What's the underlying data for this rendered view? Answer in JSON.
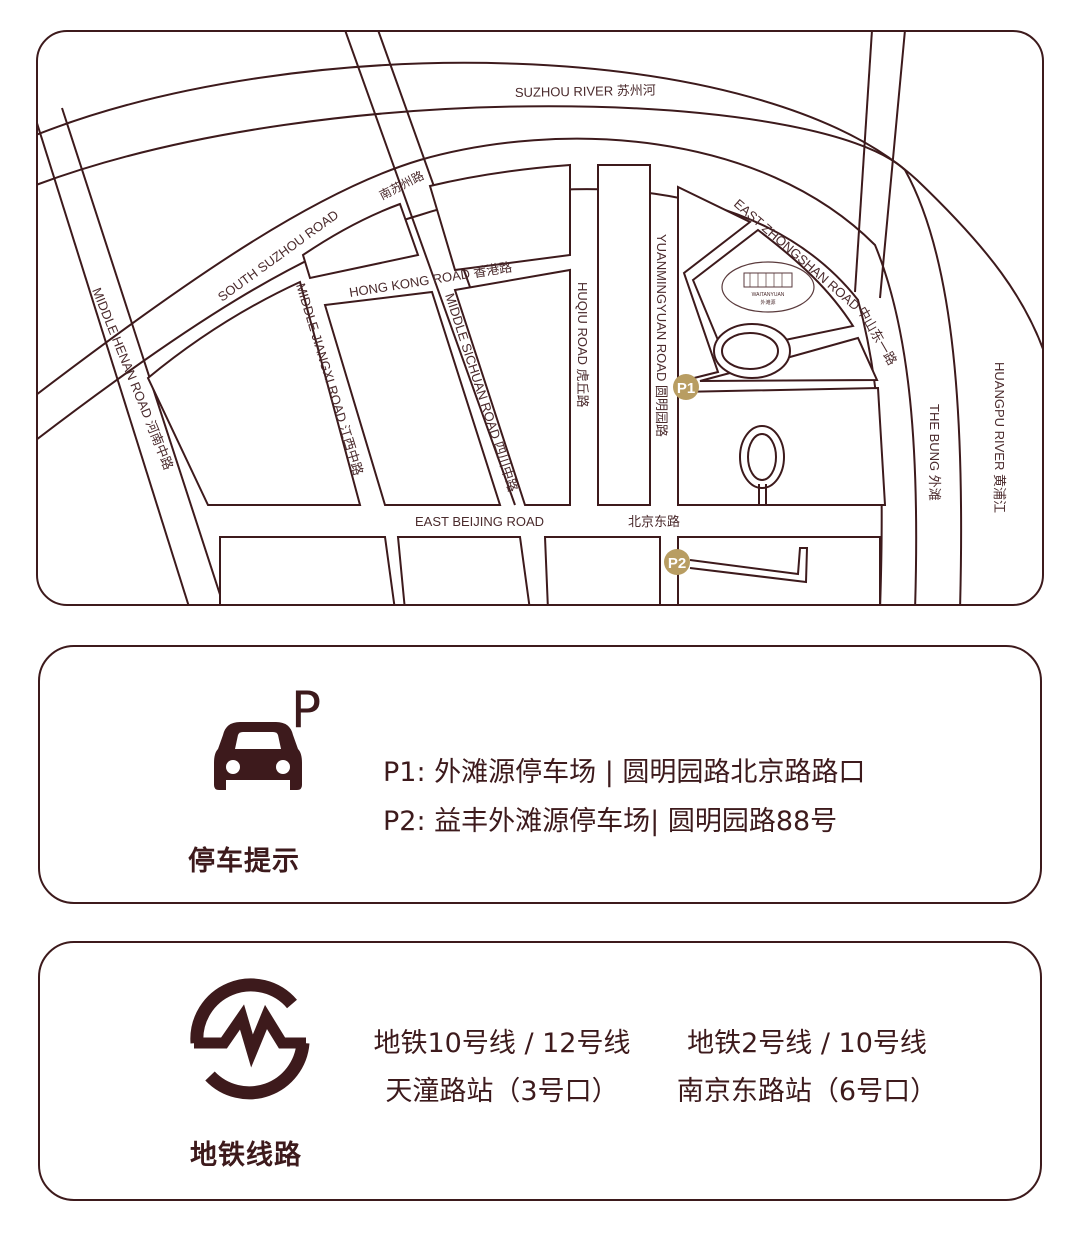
{
  "colors": {
    "ink": "#3d1a1c",
    "parking_marker": "#b89d62",
    "background": "#ffffff"
  },
  "map": {
    "labels": {
      "suzhou_river": "SUZHOU RIVER  苏州河",
      "nan_suzhou": "南苏州路",
      "south_suzhou": "SOUTH SUZHOU ROAD",
      "hong_kong": "HONG KONG  ROAD 香港路",
      "middle_henan": "MIDDLE HENAN ROAD  河南中路",
      "middle_jiangxi": "MIDDLE JIANGXI ROAD  江西中路",
      "middle_sichuan": "MIDDLE SICHUAN ROAD  四川中路",
      "huqiu": "HUQIU ROAD  虎丘路",
      "yuanmingyuan": "YUANMINGYUAN ROAD  圆明园路",
      "east_zhongshan": "EAST ZHONGSHAN ROAD",
      "zhongshan_cn": "中山东一路",
      "the_bund": "THE BUNG  外滩",
      "huangpu": "HUANGPU RIVER  黄浦江",
      "east_beijing": "EAST BEIJING ROAD",
      "beijing_cn": "北京东路"
    },
    "landmark": {
      "name": "WAITANYUAN",
      "name_cn": "外滩源"
    },
    "markers": [
      {
        "id": "P1"
      },
      {
        "id": "P2"
      }
    ]
  },
  "parking": {
    "title": "停车提示",
    "icon_letter": "P",
    "lines": [
      "P1: 外滩源停车场 | 圆明园路北京路路口",
      "P2: 益丰外滩源停车场| 圆明园路88号"
    ]
  },
  "metro": {
    "title": "地铁线路",
    "stations": [
      {
        "lines": "地铁10号线 / 12号线",
        "station": "天潼路站（3号口）"
      },
      {
        "lines": "地铁2号线 / 10号线",
        "station": "南京东路站（6号口）"
      }
    ]
  }
}
